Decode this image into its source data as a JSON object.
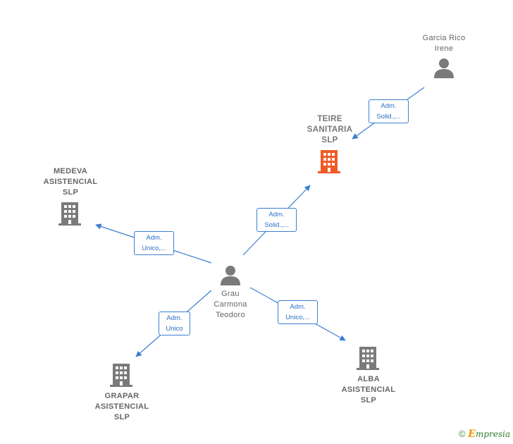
{
  "nodes": {
    "teire": {
      "name_lines": [
        "TEIRE",
        "SANITARIA",
        "SLP"
      ]
    },
    "medeva": {
      "name_lines": [
        "MEDEVA",
        "ASISTENCIAL",
        "SLP"
      ]
    },
    "grapar": {
      "name_lines": [
        "GRAPAR",
        "ASISTENCIAL",
        "SLP"
      ]
    },
    "alba": {
      "name_lines": [
        "ALBA",
        "ASISTENCIAL",
        "SLP"
      ]
    },
    "garcia": {
      "name_lines": [
        "Garcia Rico",
        "Irene"
      ]
    },
    "grau": {
      "name_lines": [
        "Grau",
        "Carmona",
        "Teodoro"
      ]
    }
  },
  "edges": {
    "garcia_teire": {
      "lines": [
        "Adm.",
        "Solid.,..."
      ]
    },
    "grau_teire": {
      "lines": [
        "Adm.",
        "Solid.,..."
      ]
    },
    "grau_medeva": {
      "lines": [
        "Adm.",
        "Unico,..."
      ]
    },
    "grau_grapar": {
      "lines": [
        "Adm.",
        "Unico"
      ]
    },
    "grau_alba": {
      "lines": [
        "Adm.",
        "Unico,..."
      ]
    }
  },
  "footer": {
    "copyright": "©",
    "brand_initial": "E",
    "brand_rest": "mpresia"
  },
  "colors": {
    "edge": "#3b7fd1",
    "main_company": "#f05a24",
    "company": "#7a7a7a",
    "person": "#7a7a7a"
  }
}
